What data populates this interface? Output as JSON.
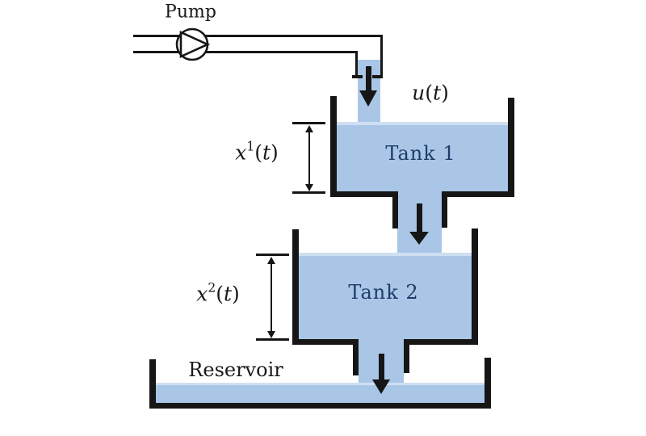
{
  "diagram": {
    "labels": {
      "pump": "Pump",
      "tank1": "Tank 1",
      "tank2": "Tank 2",
      "reservoir": "Reservoir",
      "input_flow": {
        "base": "u",
        "open": "(",
        "var": "t",
        "close": ")"
      },
      "level1": {
        "base": "x",
        "sup": "1",
        "open": "(",
        "var": "t",
        "close": ")"
      },
      "level2": {
        "base": "x",
        "sup": "2",
        "open": "(",
        "var": "t",
        "close": ")"
      }
    },
    "colors": {
      "water": "#a9c6e7",
      "water_surface": "#cfdff2",
      "ink": "#161616",
      "tank_label": "#1e3c66",
      "text": "#1a1a1a",
      "background": "#ffffff"
    }
  }
}
